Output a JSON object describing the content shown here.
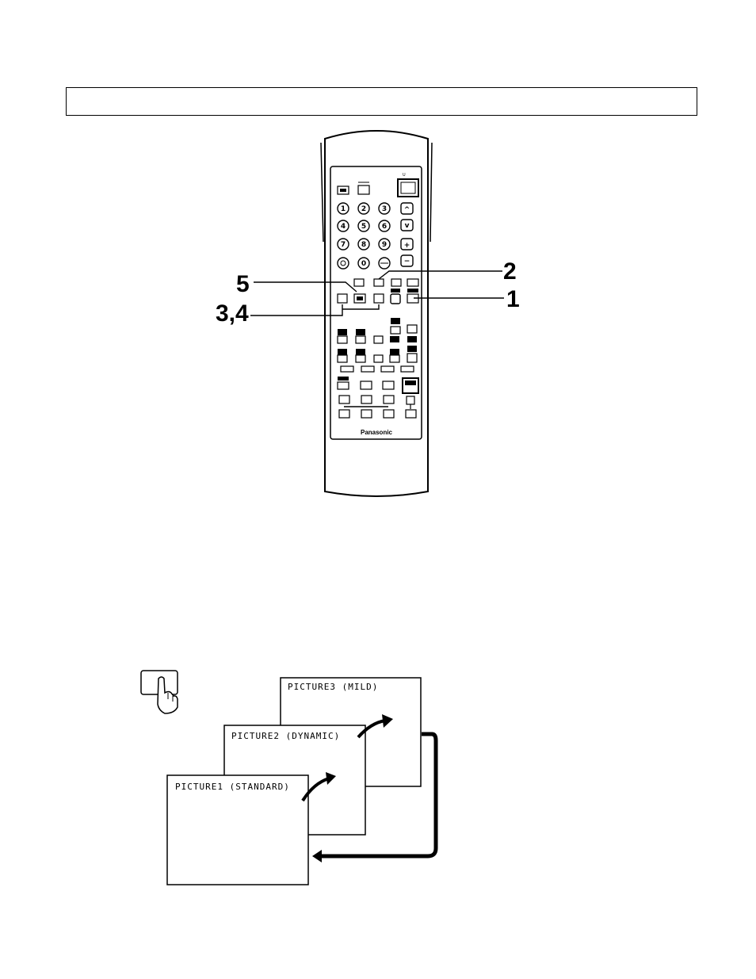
{
  "header": {
    "title": ""
  },
  "remote": {
    "brand": "Panasonic",
    "number_keys": [
      "1",
      "2",
      "3",
      "4",
      "5",
      "6",
      "7",
      "8",
      "9",
      "0"
    ],
    "channel_up_symbol": "^",
    "channel_down_symbol": "v",
    "volume_up_symbol": "+",
    "volume_down_symbol": "−"
  },
  "callouts": {
    "step1": "1",
    "step2": "2",
    "step3_4": "3,4",
    "step5": "5"
  },
  "screens": {
    "picture1": "PICTURE1 (STANDARD)",
    "picture2": "PICTURE2 (DYNAMIC)",
    "picture3": "PICTURE3 (MILD)"
  },
  "icons": {
    "press": "hand-press-icon",
    "cycle": "cycle-arrow-icon"
  }
}
